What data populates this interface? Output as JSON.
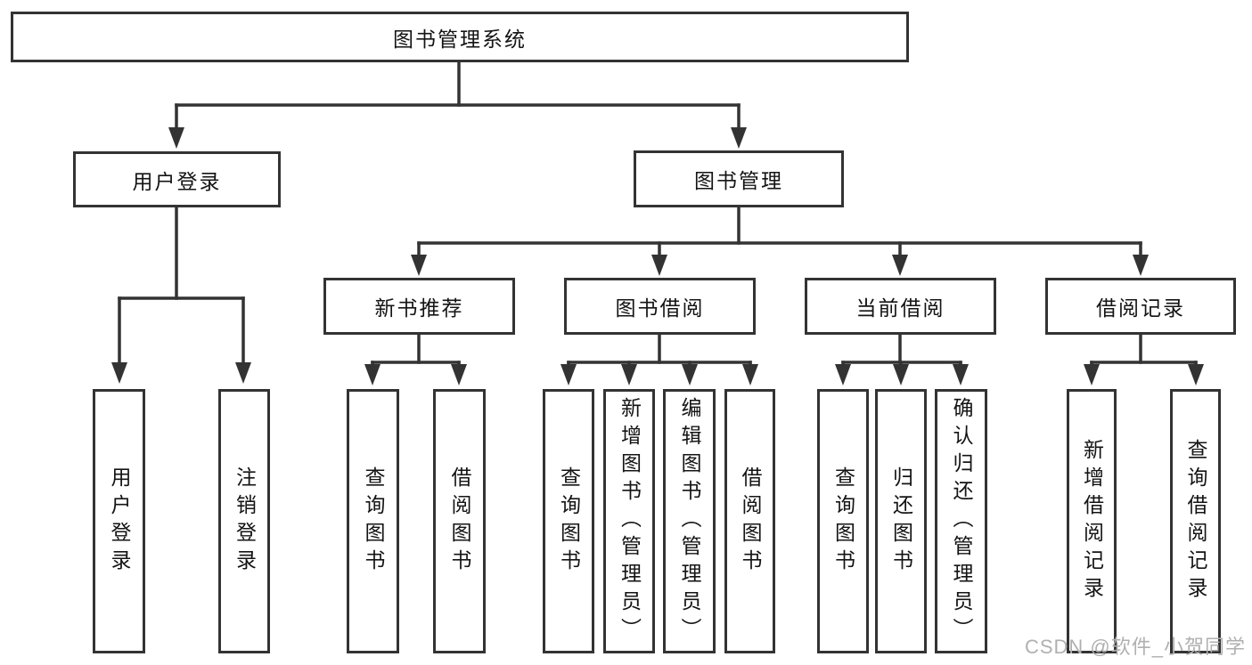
{
  "diagram": {
    "root": {
      "label": "图书管理系统"
    },
    "children": [
      {
        "label": "用户登录",
        "children": [
          {
            "label": "用户登录"
          },
          {
            "label": "注销登录"
          }
        ]
      },
      {
        "label": "图书管理",
        "children": [
          {
            "label": "新书推荐",
            "children": [
              {
                "label": "查询图书"
              },
              {
                "label": "借阅图书"
              }
            ]
          },
          {
            "label": "图书借阅",
            "children": [
              {
                "label": "查询图书"
              },
              {
                "label": "新增图书（管理员）"
              },
              {
                "label": "编辑图书（管理员）"
              },
              {
                "label": "借阅图书"
              }
            ]
          },
          {
            "label": "当前借阅",
            "children": [
              {
                "label": "查询图书"
              },
              {
                "label": "归还图书"
              },
              {
                "label": "确认归还（管理员）"
              }
            ]
          },
          {
            "label": "借阅记录",
            "children": [
              {
                "label": "新增借阅记录"
              },
              {
                "label": "查询借阅记录"
              }
            ]
          }
        ]
      }
    ],
    "watermark": "CSDN @软件_小贺同学",
    "colors": {
      "line": "#333333",
      "text": "#141414",
      "background": "#ffffff",
      "watermark": "#b0b0b0"
    }
  }
}
